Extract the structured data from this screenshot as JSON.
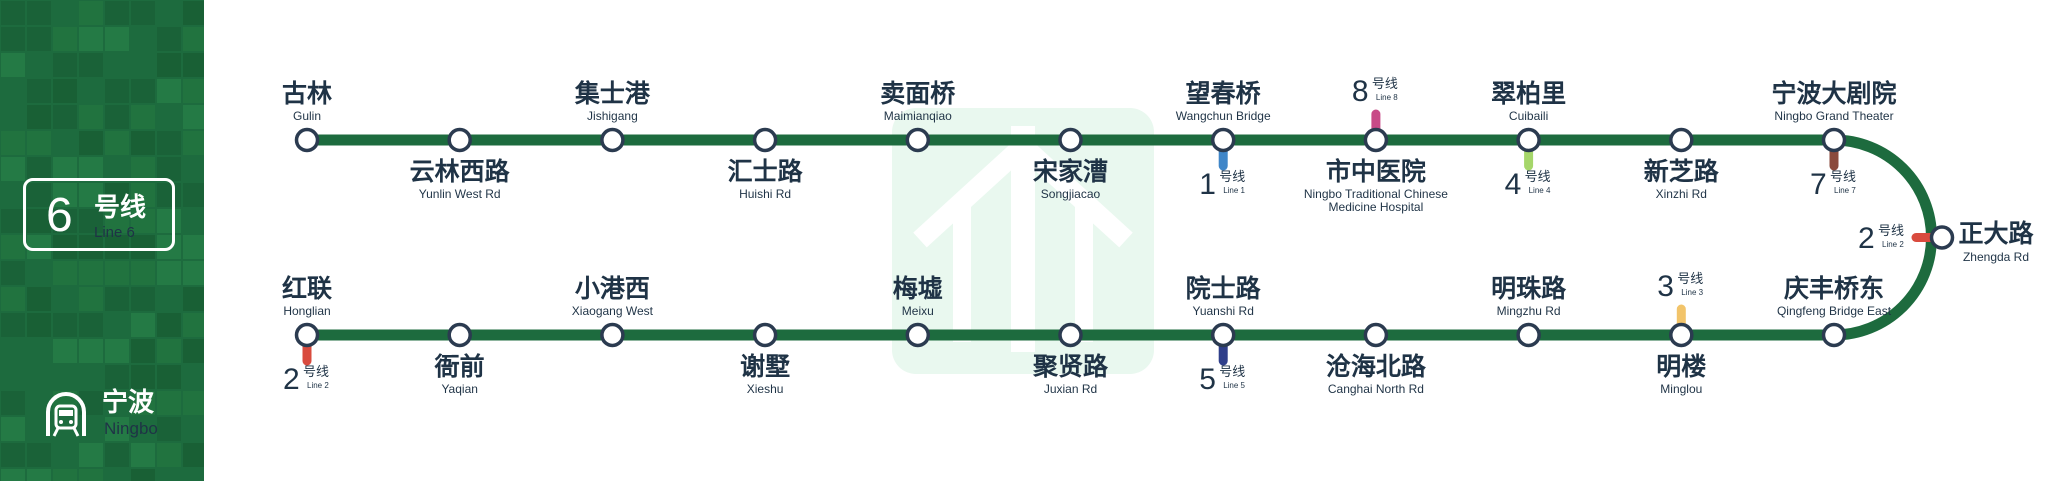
{
  "line": {
    "number": "6",
    "name_cn": "号线",
    "name_en": "Line 6",
    "color": "#1d6b3e"
  },
  "city": {
    "name_cn": "宁波",
    "name_en": "Ningbo"
  },
  "stations": [
    {
      "cn": "古林",
      "en": "Gulin"
    },
    {
      "cn": "云林西路",
      "en": "Yunlin West Rd"
    },
    {
      "cn": "集士港",
      "en": "Jishigang"
    },
    {
      "cn": "汇士路",
      "en": "Huishi Rd"
    },
    {
      "cn": "卖面桥",
      "en": "Maimianqiao"
    },
    {
      "cn": "宋家漕",
      "en": "Songjiacao"
    },
    {
      "cn": "望春桥",
      "en": "Wangchun Bridge"
    },
    {
      "cn": "市中医院",
      "en": "Ningbo Traditional Chinese",
      "en2": "Medicine Hospital"
    },
    {
      "cn": "翠柏里",
      "en": "Cuibaili"
    },
    {
      "cn": "新芝路",
      "en": "Xinzhi Rd"
    },
    {
      "cn": "宁波大剧院",
      "en": "Ningbo Grand Theater"
    },
    {
      "cn": "正大路",
      "en": "Zhengda Rd"
    },
    {
      "cn": "庆丰桥东",
      "en": "Qingfeng Bridge East"
    },
    {
      "cn": "明楼",
      "en": "Minglou"
    },
    {
      "cn": "明珠路",
      "en": "Mingzhu Rd"
    },
    {
      "cn": "沧海北路",
      "en": "Canghai North Rd"
    },
    {
      "cn": "院士路",
      "en": "Yuanshi Rd"
    },
    {
      "cn": "聚贤路",
      "en": "Juxian Rd"
    },
    {
      "cn": "梅墟",
      "en": "Meixu"
    },
    {
      "cn": "谢墅",
      "en": "Xieshu"
    },
    {
      "cn": "小港西",
      "en": "Xiaogang West"
    },
    {
      "cn": "衙前",
      "en": "Yaqian"
    },
    {
      "cn": "红联",
      "en": "Honglian"
    }
  ],
  "transfers": [
    {
      "station": "望春桥",
      "num": "1",
      "cn": "号线",
      "en": "Line 1",
      "color": "#3f86c8"
    },
    {
      "station": "市中医院",
      "num": "8",
      "cn": "号线",
      "en": "Line 8",
      "color": "#c84a87"
    },
    {
      "station": "翠柏里",
      "num": "4",
      "cn": "号线",
      "en": "Line 4",
      "color": "#a5d66a"
    },
    {
      "station": "宁波大剧院",
      "num": "7",
      "cn": "号线",
      "en": "Line 7",
      "color": "#8a4a3c"
    },
    {
      "station": "正大路",
      "num": "2",
      "cn": "号线",
      "en": "Line 2",
      "color": "#d94b3e"
    },
    {
      "station": "明楼",
      "num": "3",
      "cn": "号线",
      "en": "Line 3",
      "color": "#f2c46a"
    },
    {
      "station": "院士路",
      "num": "5",
      "cn": "号线",
      "en": "Line 5",
      "color": "#2f3f8a"
    },
    {
      "station": "红联",
      "num": "2",
      "cn": "号线",
      "en": "Line 2",
      "color": "#d94b3e"
    }
  ]
}
